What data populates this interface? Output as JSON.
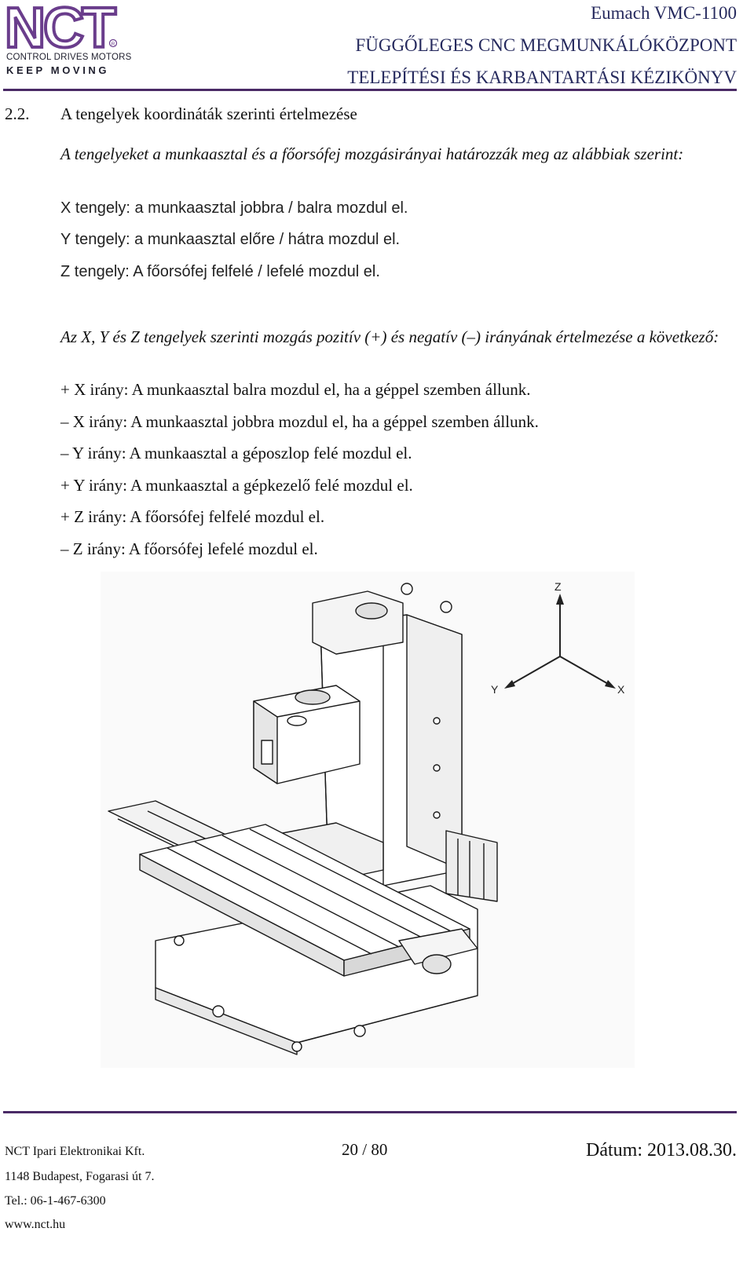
{
  "header": {
    "logo_text": "NCT",
    "logo_subtitle": "CONTROL DRIVES MOTORS",
    "logo_tagline": "KEEP MOVING",
    "model": "Eumach VMC-1100",
    "title_line1": "FÜGGŐLEGES CNC MEGMUNKÁLÓKÖZPONT",
    "title_line2": "TELEPÍTÉSI ÉS KARBANTARTÁSI KÉZIKÖNYV",
    "brand_color": "#6a3d8c",
    "text_color": "#262a5e"
  },
  "section": {
    "number": "2.2.",
    "title": "A tengelyek koordináták szerinti értelmezése"
  },
  "intro": "A tengelyeket a munkaasztal és a főorsófej mozgásirányai határozzák meg az alábbiak szerint:",
  "axis_lines": [
    "X tengely: a munkaasztal jobbra / balra mozdul el.",
    "Y tengely: a munkaasztal előre / hátra mozdul el.",
    "Z tengely: A főorsófej felfelé / lefelé mozdul el."
  ],
  "direction_intro": "Az X, Y és Z tengelyek szerinti mozgás pozitív (+) és negatív (–) irányának értelmezése a következő:",
  "direction_lines": [
    "+ X irány: A munkaasztal balra mozdul el, ha a géppel szemben állunk.",
    "– X irány: A munkaasztal jobbra mozdul el, ha a géppel szemben állunk.",
    "– Y irány: A munkaasztal a géposzlop felé mozdul el.",
    "+ Y irány: A munkaasztal a gépkezelő felé mozdul el.",
    "+ Z irány: A főorsófej felfelé mozdul el.",
    "– Z irány: A főorsófej lefelé mozdul el."
  ],
  "figure": {
    "axis_z": "Z",
    "axis_y": "Y",
    "axis_x": "X"
  },
  "footer": {
    "company": "NCT Ipari Elektronikai Kft.",
    "address": "1148 Budapest, Fogarasi út 7.",
    "phone": "Tel.: 06-1-467-6300",
    "web": "www.nct.hu",
    "page": "20 / 80",
    "date": "Dátum: 2013.08.30."
  }
}
